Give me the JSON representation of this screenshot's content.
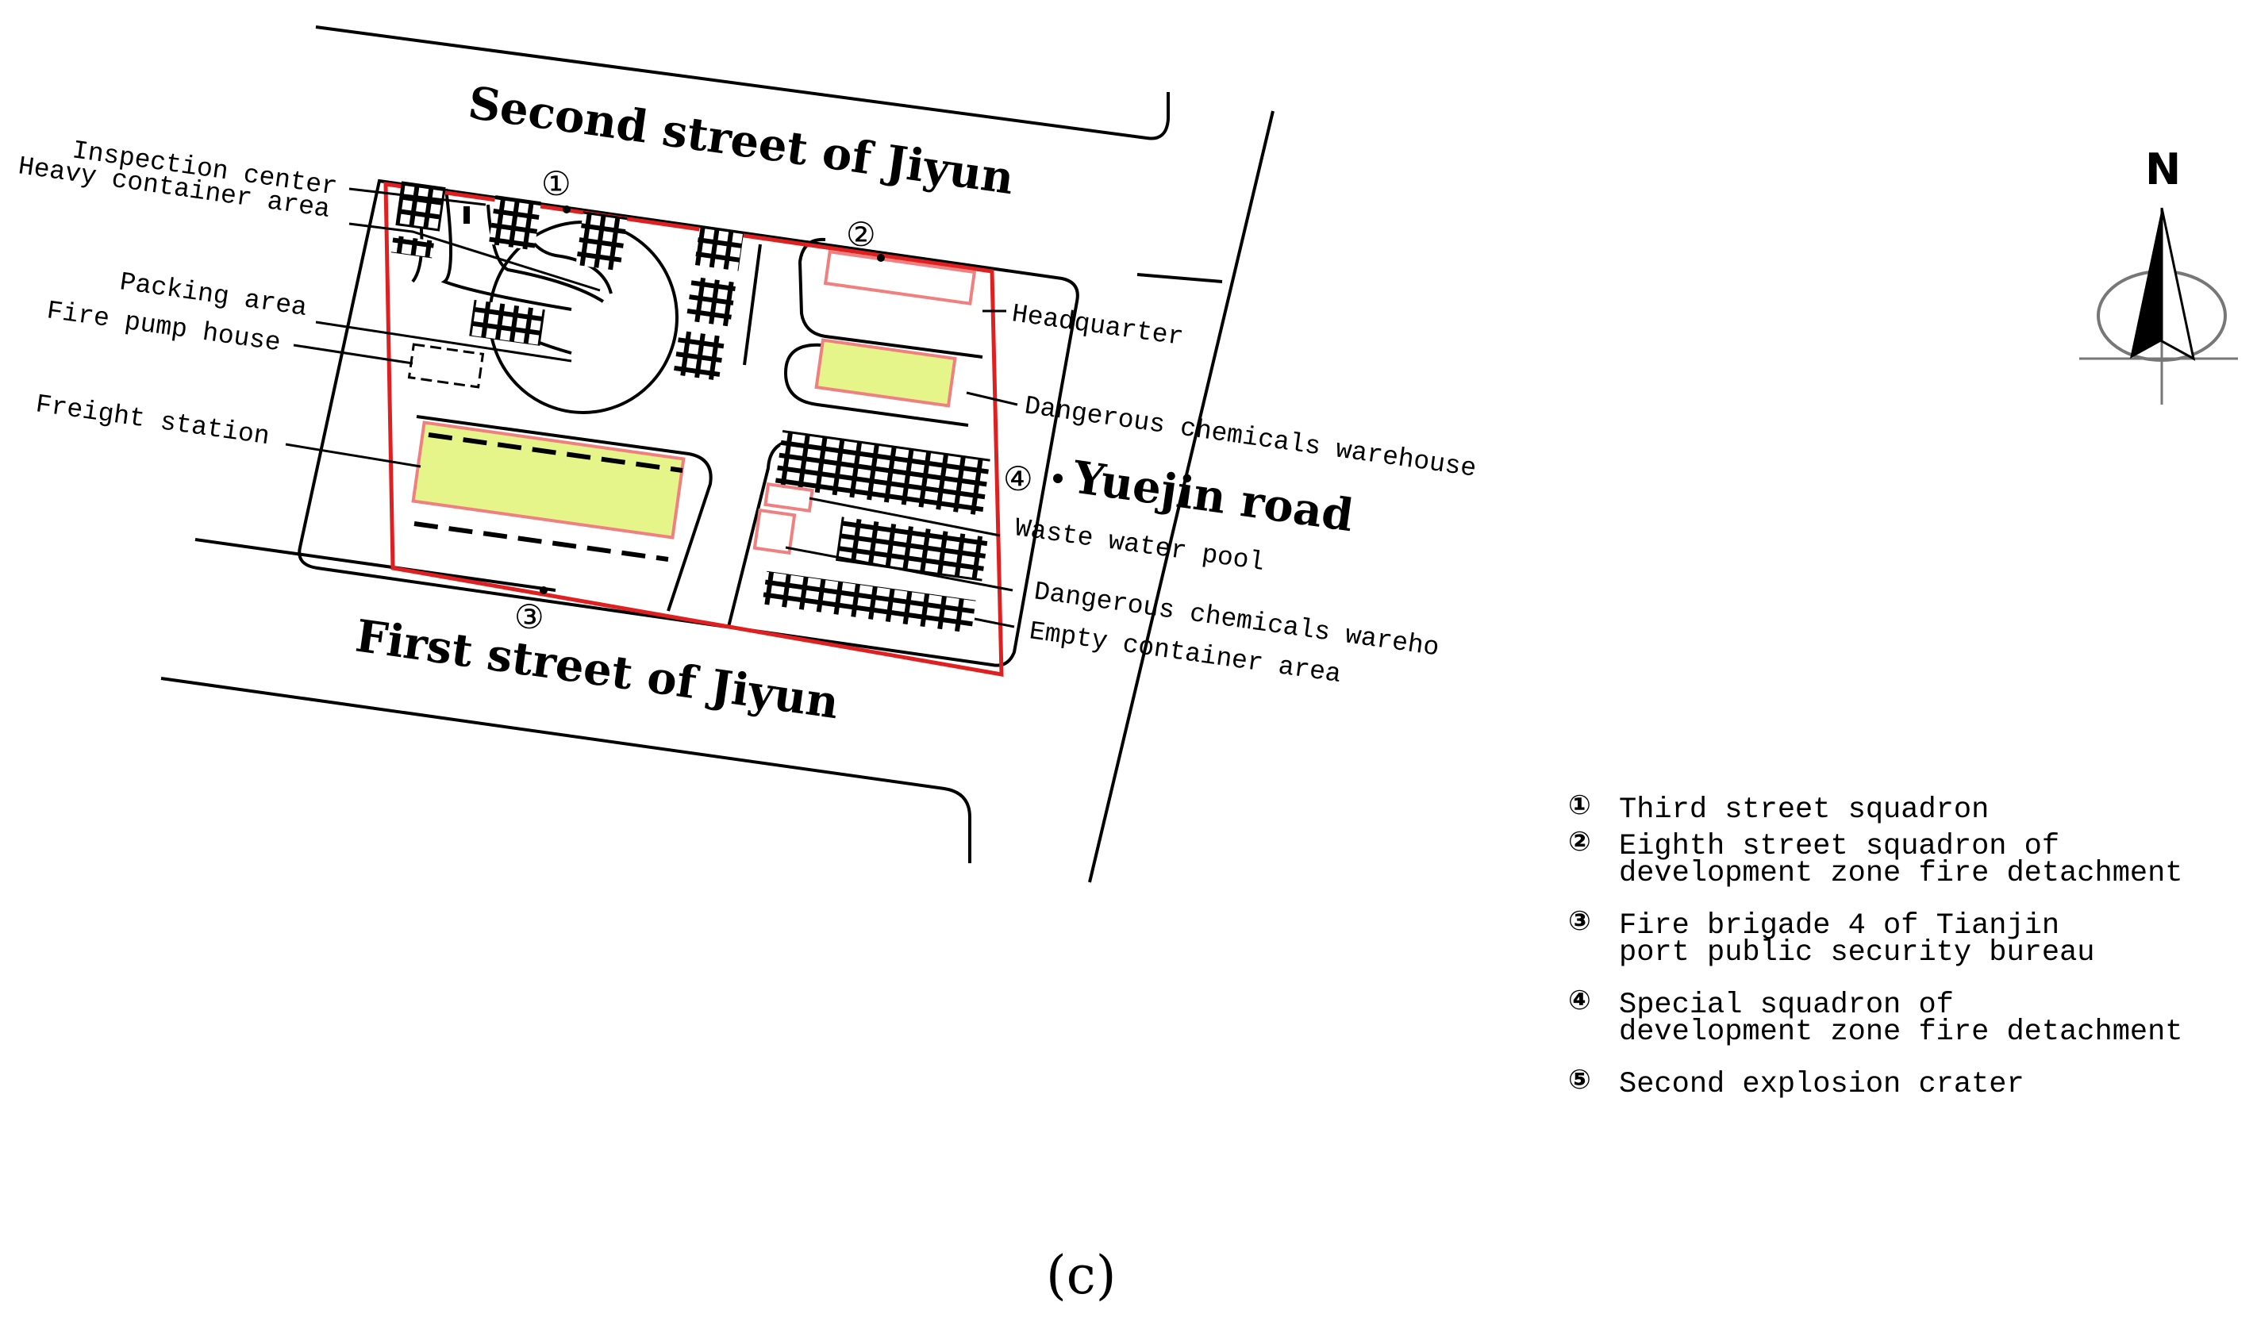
{
  "streets": {
    "second_street": "Second street of Jiyun",
    "first_street": "First street of Jiyun",
    "yuejin_road": "Yuejin road"
  },
  "labels": {
    "inspection_center": "Inspection center",
    "heavy_container_area": "Heavy container area",
    "packing_area": "Packing area",
    "fire_pump_house": "Fire pump house",
    "freight_station": "Freight station",
    "headquarter": "Headquarter",
    "dangerous_chemicals_warehouse_1": "Dangerous chemicals warehouse",
    "waste_water_pool": "Waste water pool",
    "dangerous_chemicals_warehouse_2": "Dangerous chemicals wareho",
    "empty_container_area": "Empty container area"
  },
  "markers": [
    "①",
    "②",
    "③",
    "④"
  ],
  "compass": {
    "north": "N"
  },
  "legend": [
    {
      "num": "①",
      "lines": [
        "Third street squadron"
      ]
    },
    {
      "num": "②",
      "lines": [
        "Eighth street squadron of",
        "development zone fire detachment"
      ]
    },
    {
      "num": "③",
      "lines": [
        "Fire brigade 4 of Tianjin",
        "port public security bureau"
      ]
    },
    {
      "num": "④",
      "lines": [
        "Special squadron of",
        "development zone fire detachment"
      ]
    },
    {
      "num": "⑤",
      "lines": [
        "Second explosion crater"
      ]
    }
  ],
  "caption": "(c)",
  "colors": {
    "boundary": "#e02020",
    "building_fill": "#e6f58a",
    "building_outline": "#f08080",
    "line": "#000000"
  }
}
